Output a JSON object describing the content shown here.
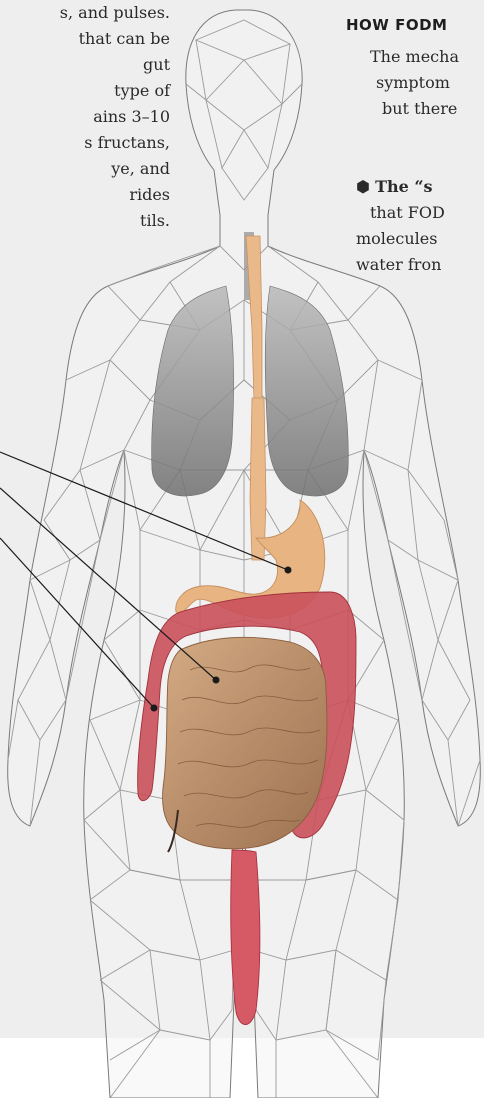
{
  "left_text": {
    "lines": [
      "s, and pulses.",
      "that can be",
      "gut",
      "type of",
      "ains 3–10",
      "s fructans,",
      "ye, and",
      "rides",
      "tils."
    ]
  },
  "right_text": {
    "heading": "HOW FODM",
    "para_lines": [
      "The mecha",
      "symptom",
      "but there"
    ],
    "bullet": {
      "strong": "The “s",
      "lines": [
        "that FOD",
        "molecules",
        "water fron"
      ]
    }
  },
  "colors": {
    "background": "#eeeeee",
    "mesh": "#9a9a9a",
    "esophagus": "#e9b98a",
    "lungs": "#8e8e8e",
    "colon": "#c9505a",
    "small_intestine": "#b98a63"
  },
  "figure": {
    "icon": "human-body-anatomy-illustration"
  }
}
